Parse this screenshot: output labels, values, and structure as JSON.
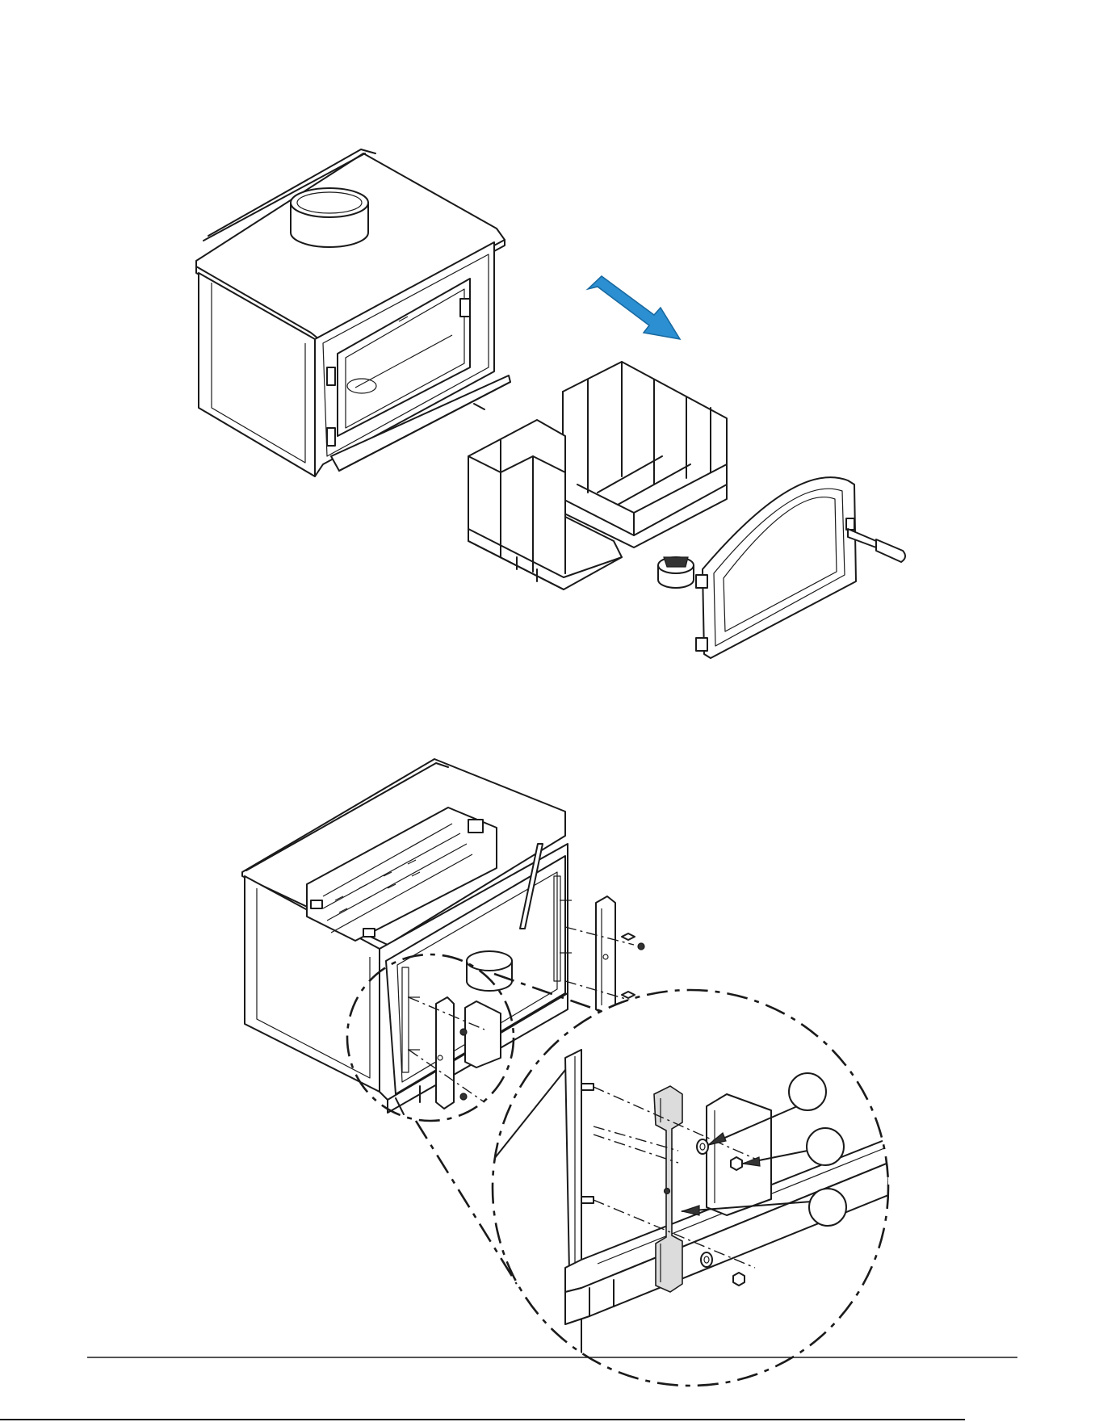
{
  "colors": {
    "arrow_fill": "#2b8fd1",
    "arrow_stroke": "#17679e",
    "line": "#1a1a1a",
    "background": "#ffffff"
  },
  "figures": [
    "stove-disassembly-figure",
    "door-hinge-bracket-figure"
  ],
  "callouts": [
    {
      "name": "callout-washer",
      "label": ""
    },
    {
      "name": "callout-nut",
      "label": ""
    },
    {
      "name": "callout-hinge-bracket",
      "label": ""
    }
  ],
  "icons": [
    "arrow-icon",
    "handle-icon",
    "flue-collar-icon"
  ]
}
